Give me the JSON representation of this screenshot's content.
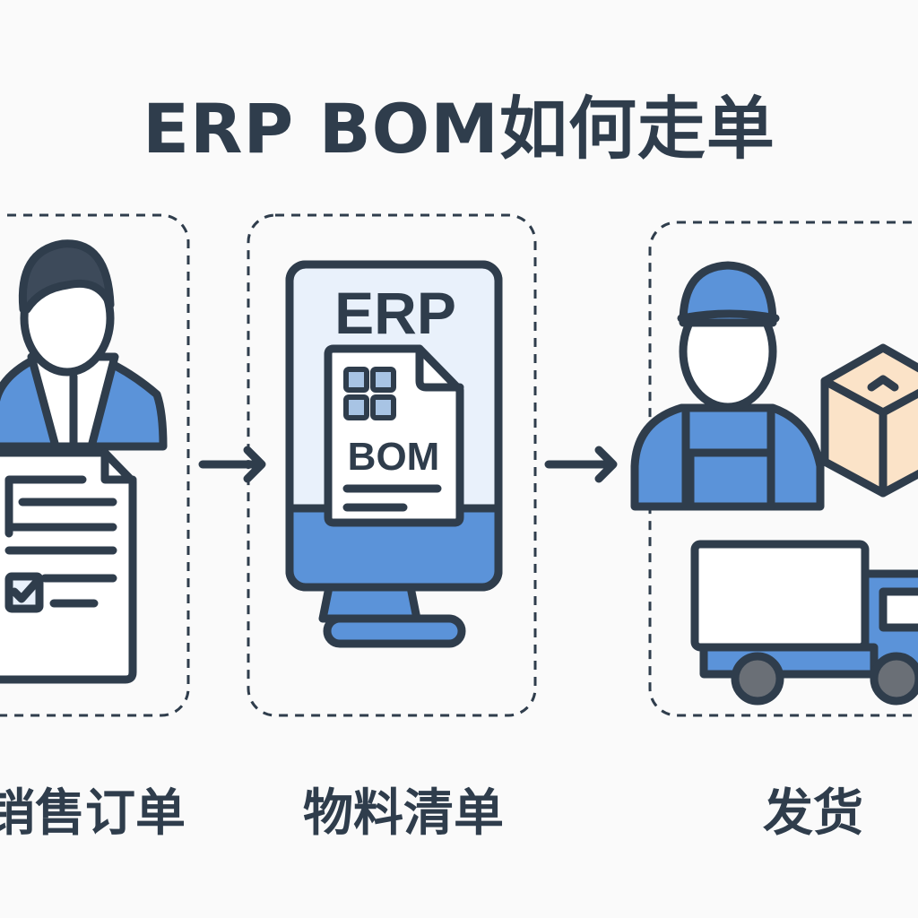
{
  "title": "ERP BOM如何走单",
  "steps": [
    {
      "label": "销售订单"
    },
    {
      "label": "物料清单",
      "screen_title": "ERP",
      "doc_title": "BOM"
    },
    {
      "label": "发货"
    }
  ],
  "colors": {
    "dark": "#2f3d4c",
    "accent": "#5b93d9",
    "light": "#e9f1fb",
    "box": "#fbe3c8",
    "background": "#fafafa"
  }
}
